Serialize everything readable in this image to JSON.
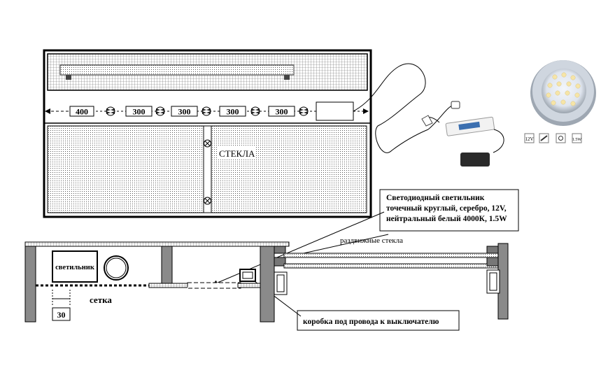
{
  "front_view": {
    "dimensions": [
      "400",
      "300",
      "300",
      "300",
      "300"
    ],
    "glass_label": "СТЕКЛА"
  },
  "callouts": {
    "luminaire_description": [
      "Светодиодный светильник",
      "точечный круглый, серебро, 12V,",
      "нейтральный белый 4000К, 1.5W"
    ],
    "sliding_glass": "раздвижные стекла",
    "wire_box": "коробка под провода к выключателю"
  },
  "section": {
    "luminaire_label": "светильник",
    "mesh_label": "сетка",
    "offset_dimension": "30"
  },
  "icons": [
    "12V",
    "",
    "",
    "1.5W"
  ],
  "colors": {
    "line": "#000000",
    "wall_fill": "#808080",
    "background": "#ffffff"
  }
}
